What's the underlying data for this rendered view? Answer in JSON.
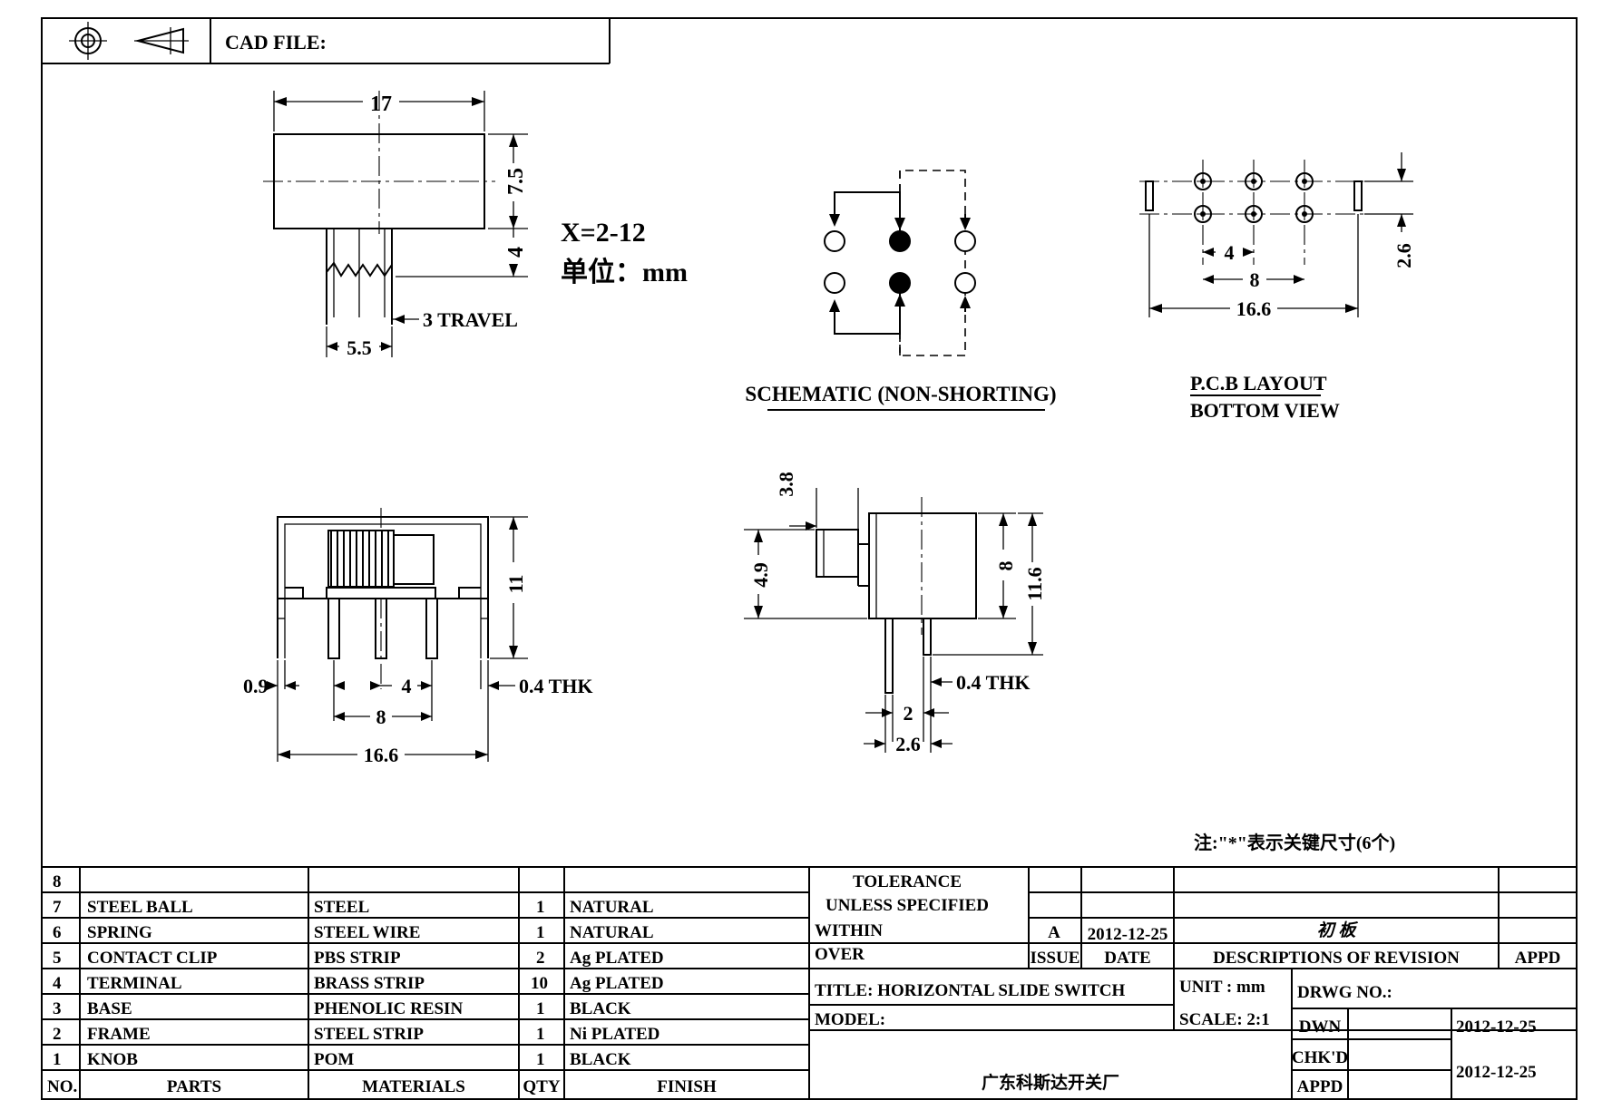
{
  "header": {
    "cad_file_label": "CAD FILE:"
  },
  "top_view": {
    "width_label": "17",
    "height_label": "7.5",
    "knob_height_label": "4",
    "knob_width_label": "5.5",
    "travel_label": "3 TRAVEL",
    "range_label": "X=2-12",
    "unit_label": "单位：mm"
  },
  "schematic": {
    "caption": "SCHEMATIC (NON-SHORTING)"
  },
  "pcb_layout": {
    "pitch_label": "4",
    "pitch2_label": "8",
    "width_label": "16.6",
    "row_spacing_label": "2.6",
    "caption_line1": "P.C.B LAYOUT",
    "caption_line2": "BOTTOM VIEW"
  },
  "front_view": {
    "height_label": "11",
    "edge_label": "0.9",
    "pitch_label": "4",
    "thk_label": "0.4 THK",
    "pitch2_label": "8",
    "width_label": "16.6"
  },
  "side_view": {
    "knob_label": "3.8",
    "knob_height_label": "4.9",
    "body_height_label": "8",
    "total_height_label": "11.6",
    "thk_label": "0.4 THK",
    "pin_gap_label": "2",
    "pin_span_label": "2.6"
  },
  "note": "注:\"*\"表示关键尺寸(6个)",
  "title_block": {
    "bom_rows": [
      {
        "no": "8",
        "part": "",
        "material": "",
        "qty": "",
        "finish": ""
      },
      {
        "no": "7",
        "part": "STEEL BALL",
        "material": "STEEL",
        "qty": "1",
        "finish": "NATURAL"
      },
      {
        "no": "6",
        "part": "SPRING",
        "material": "STEEL WIRE",
        "qty": "1",
        "finish": "NATURAL"
      },
      {
        "no": "5",
        "part": "CONTACT CLIP",
        "material": "PBS STRIP",
        "qty": "2",
        "finish": "Ag PLATED"
      },
      {
        "no": "4",
        "part": "TERMINAL",
        "material": "BRASS STRIP",
        "qty": "10",
        "finish": "Ag PLATED"
      },
      {
        "no": "3",
        "part": "BASE",
        "material": "PHENOLIC RESIN",
        "qty": "1",
        "finish": "BLACK"
      },
      {
        "no": "2",
        "part": "FRAME",
        "material": "STEEL STRIP",
        "qty": "1",
        "finish": "Ni PLATED"
      },
      {
        "no": "1",
        "part": "KNOB",
        "material": "POM",
        "qty": "1",
        "finish": "BLACK"
      }
    ],
    "bom_header": {
      "no": "NO.",
      "part": "PARTS",
      "material": "MATERIALS",
      "qty": "QTY",
      "finish": "FINISH"
    },
    "tolerance_line1": "TOLERANCE",
    "tolerance_line2": "UNLESS SPECIFIED",
    "within": "WITHIN",
    "over": "OVER",
    "revision_letter": "A",
    "revision_date": "2012-12-25",
    "revision_desc": "初  板",
    "issue_label": "ISSUE",
    "date_label": "DATE",
    "descriptions_label": "DESCRIPTIONS OF REVISION",
    "appd_label": "APPD",
    "title": "TITLE: HORIZONTAL SLIDE SWITCH",
    "unit": "UNIT : mm",
    "drwg_no_label": "DRWG NO.:",
    "model_label": "MODEL:",
    "scale": "SCALE: 2:1",
    "dwn_label": "DWN",
    "dwn_date": "2012-12-25",
    "chkd_label": "CHK'D",
    "chkd_date": "2012-12-25",
    "appd_row_label": "APPD",
    "company": "广东科斯达开关厂"
  }
}
